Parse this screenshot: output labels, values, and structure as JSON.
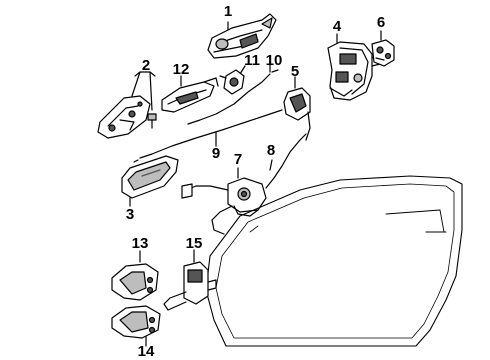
{
  "diagram": {
    "colors": {
      "line": "#000000",
      "fill": "#ffffff",
      "shade": "#bdbdbd",
      "dark": "#555555"
    },
    "callouts": {
      "c1": "1",
      "c2": "2",
      "c3": "3",
      "c4": "4",
      "c5": "5",
      "c6": "6",
      "c7": "7",
      "c8": "8",
      "c9": "9",
      "c10": "10",
      "c11": "11",
      "c12": "12",
      "c13": "13",
      "c14": "14",
      "c15": "15"
    }
  }
}
